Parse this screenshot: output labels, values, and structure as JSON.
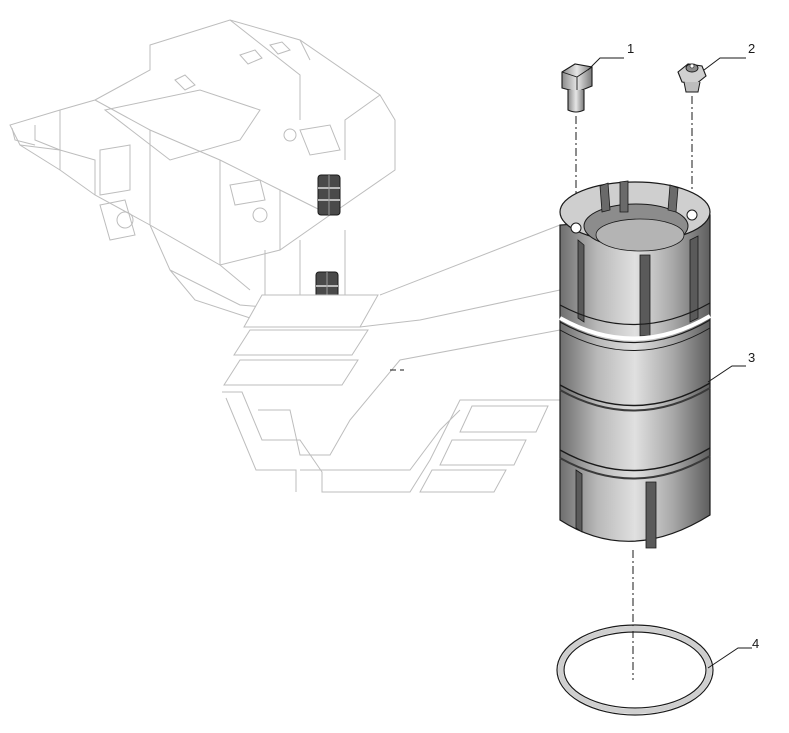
{
  "diagram": {
    "callouts": [
      {
        "id": "1",
        "label": "1",
        "part": "bolt"
      },
      {
        "id": "2",
        "label": "2",
        "part": "grease-fitting"
      },
      {
        "id": "3",
        "label": "3",
        "part": "bushing"
      },
      {
        "id": "4",
        "label": "4",
        "part": "o-ring"
      }
    ]
  },
  "colors": {
    "ink": "#1a1a1a",
    "ghost": "#bdbdbd",
    "part_light": "#d9d9d9",
    "part_mid": "#a8a8a8",
    "part_dark": "#6e6e6e"
  }
}
